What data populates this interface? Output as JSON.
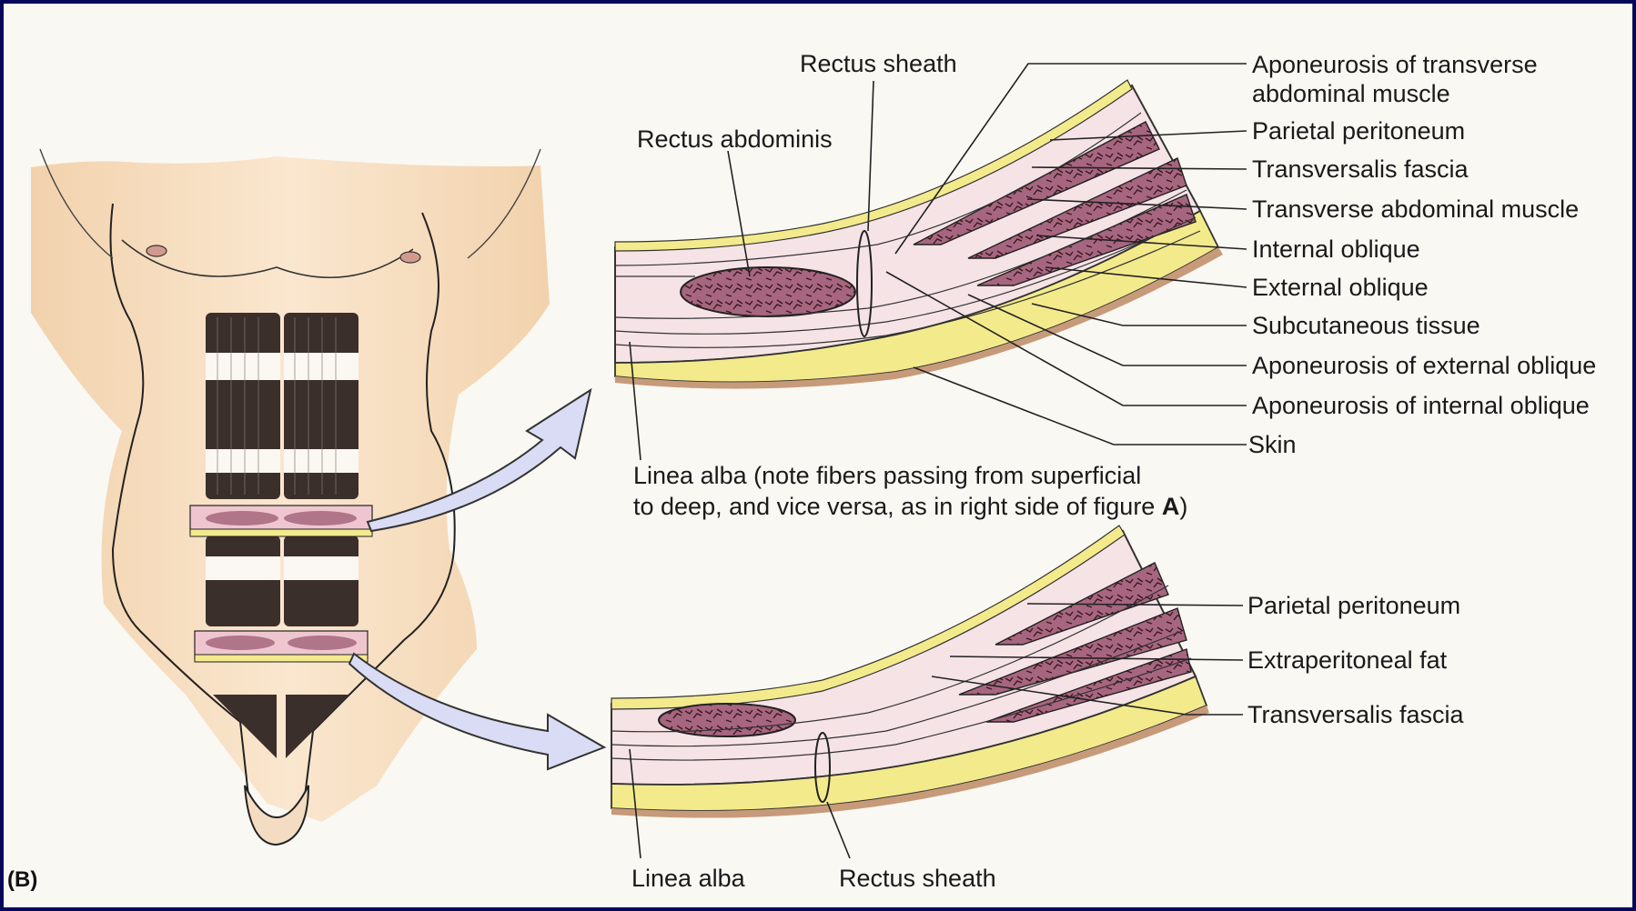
{
  "figure": {
    "panel_letter": "(B)",
    "upper_section": {
      "left_labels": {
        "rectus_sheath": "Rectus sheath",
        "rectus_abdominis": "Rectus abdominis",
        "linea_alba_note_line1": "Linea alba (note fibers passing from superficial",
        "linea_alba_note_line2": "to deep, and vice versa, as in right side of figure",
        "linea_alba_note_figure_letter": "A",
        "linea_alba_note_close": ")"
      },
      "right_labels": [
        "Aponeurosis of transverse\nabdominal muscle",
        "Parietal peritoneum",
        "Transversalis fascia",
        "Transverse abdominal muscle",
        "Internal oblique",
        "External oblique",
        "Subcutaneous tissue",
        "Aponeurosis of external oblique",
        "Aponeurosis of internal oblique",
        "Skin"
      ]
    },
    "lower_section": {
      "right_labels": [
        "Parietal peritoneum",
        "Extraperitoneal fat",
        "Transversalis fascia"
      ],
      "bottom_labels": {
        "linea_alba": "Linea alba",
        "rectus_sheath": "Rectus sheath"
      }
    },
    "colors": {
      "border": "#06075a",
      "skin_tone": "#f6ddbf",
      "subcutaneous_yellow": "#f3ea8c",
      "muscle_mauve": "#a7667f",
      "tissue_pink": "#f6e3e6",
      "arrow_fill": "#d9dcf4"
    }
  }
}
